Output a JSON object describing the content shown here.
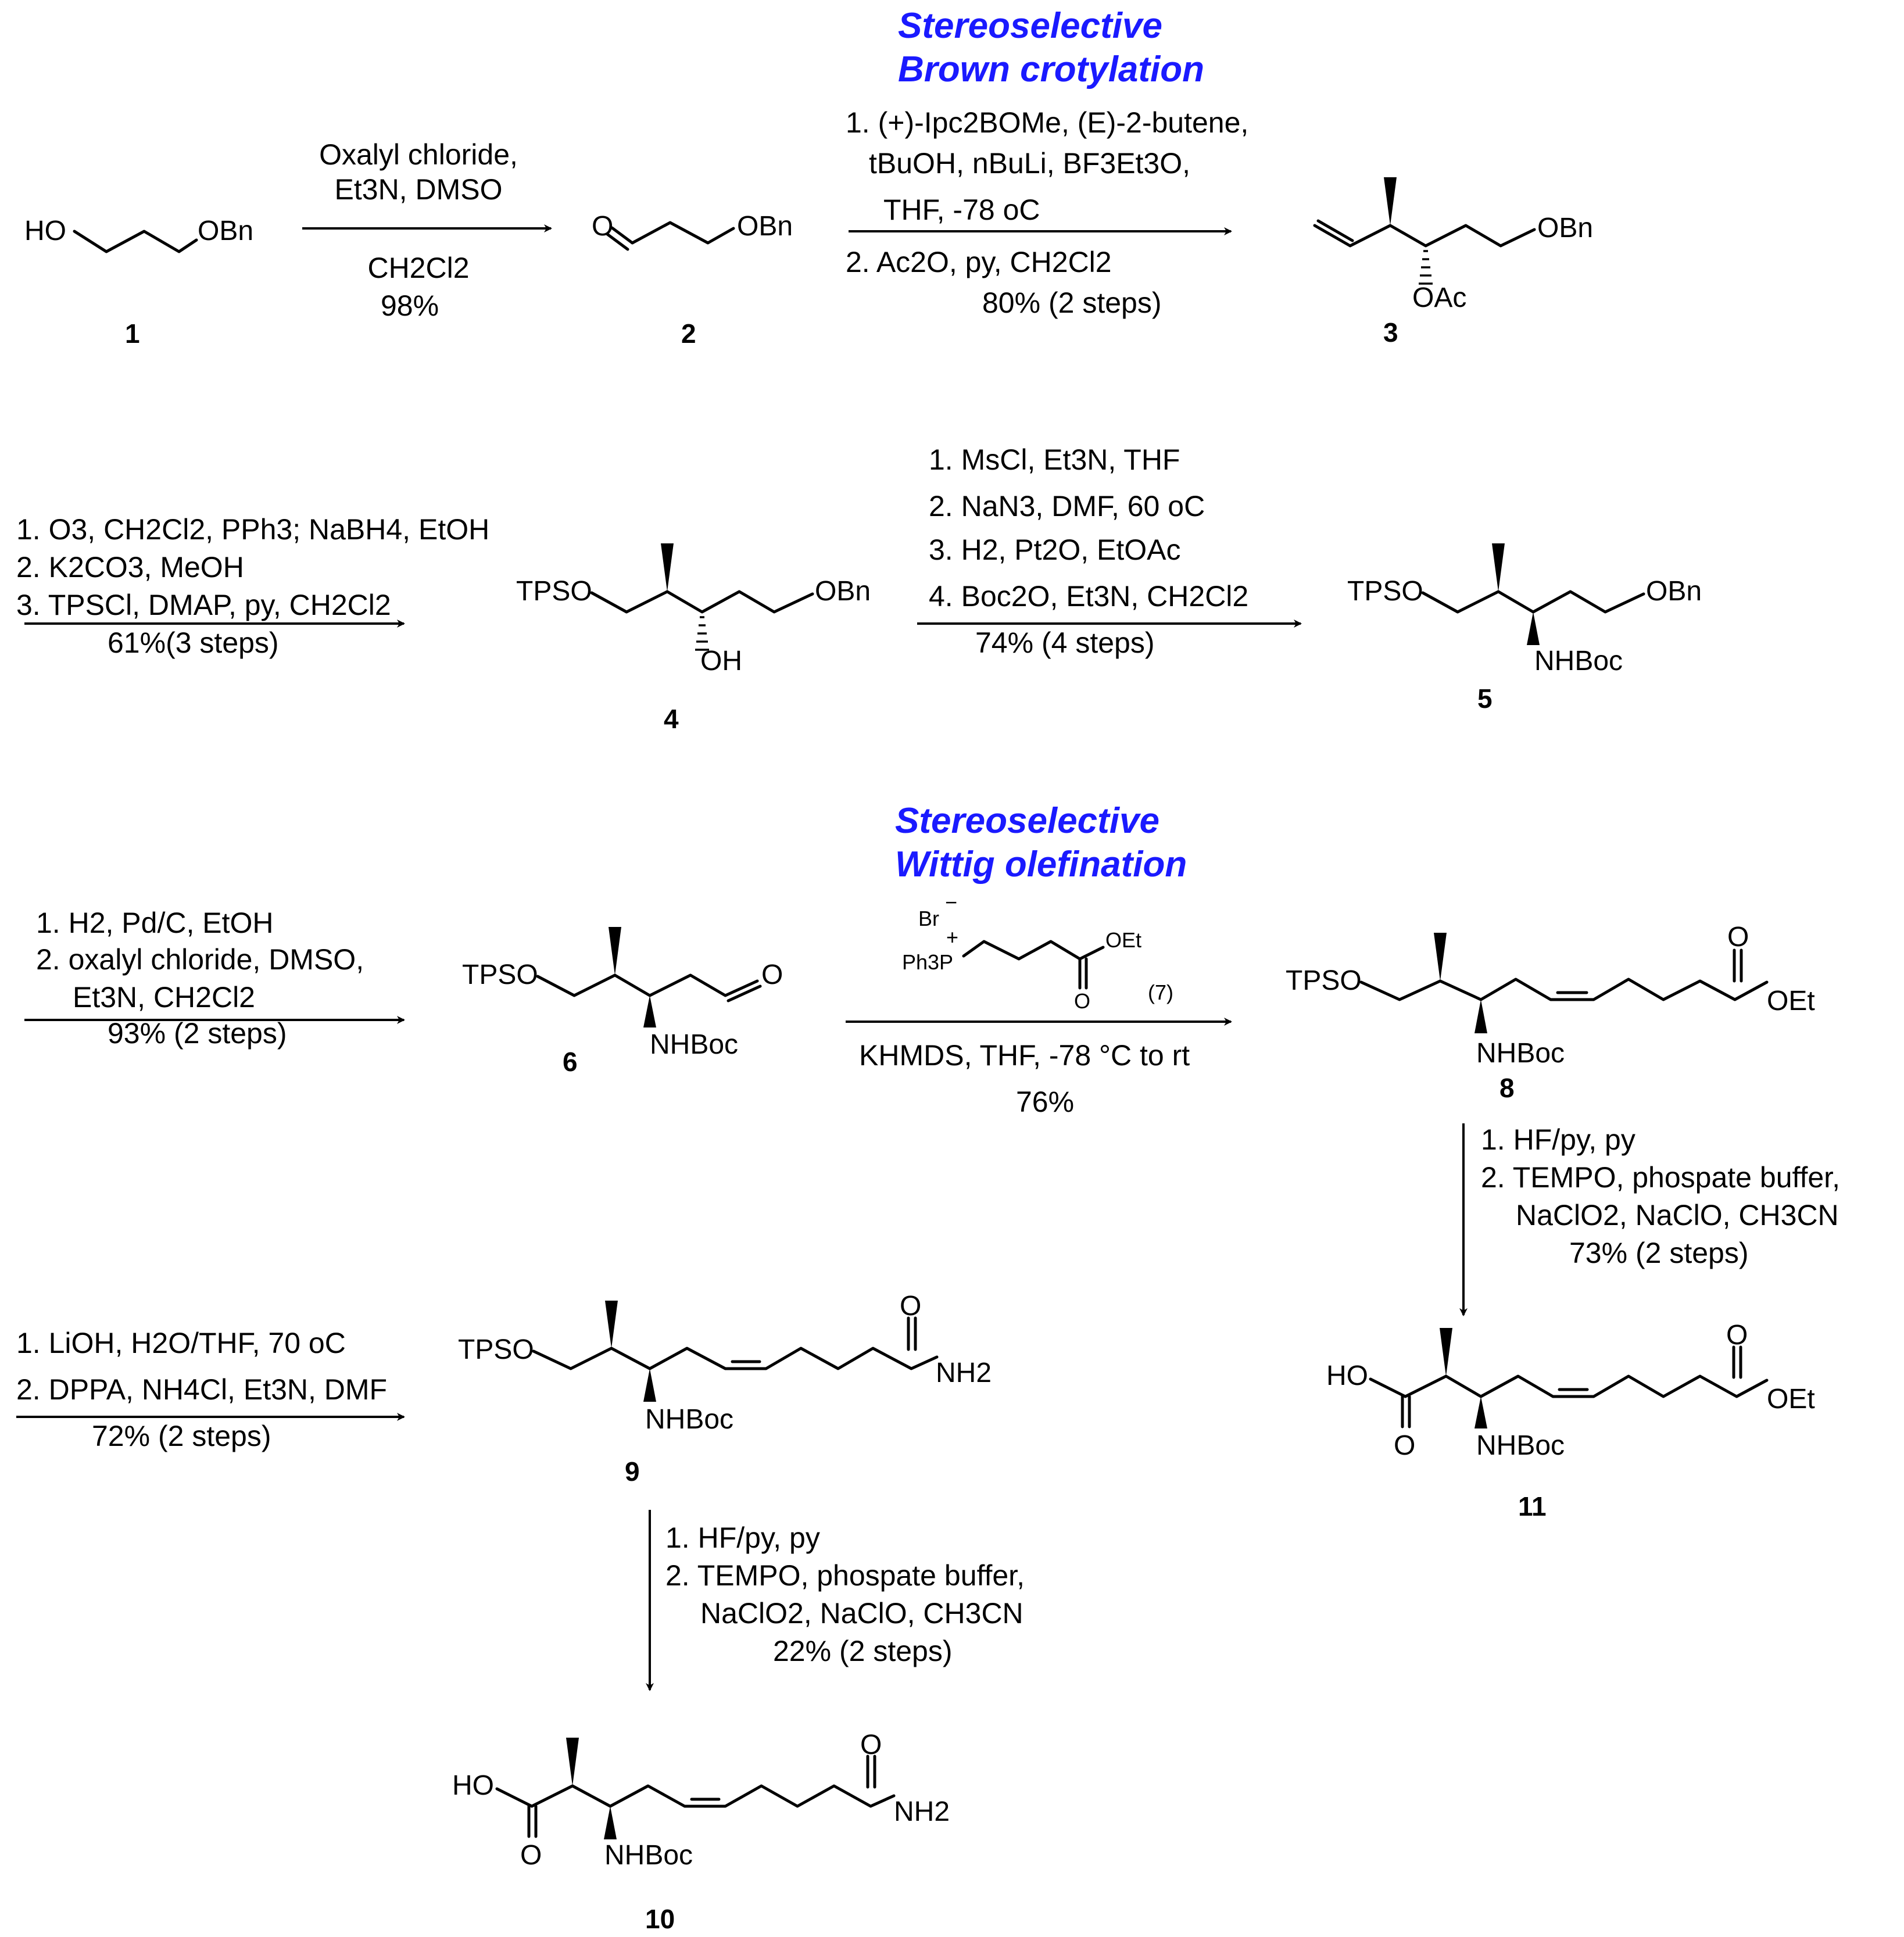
{
  "highlights": {
    "brown_line1": "Stereoselective",
    "brown_line2": "Brown crotylation",
    "wittig_line1": "Stereoselective",
    "wittig_line2": "Wittig olefination"
  },
  "compounds": {
    "c1": {
      "number": "1",
      "ho": "HO",
      "obn": "OBn"
    },
    "c2": {
      "number": "2",
      "o": "O",
      "obn": "OBn"
    },
    "c3": {
      "number": "3",
      "oac": "OAc",
      "obn": "OBn"
    },
    "c4": {
      "number": "4",
      "tpso": "TPSO",
      "oh": "OH",
      "obn": "OBn"
    },
    "c5": {
      "number": "5",
      "tpso": "TPSO",
      "nhboc": "NHBoc",
      "obn": "OBn"
    },
    "c6": {
      "number": "6",
      "tpso": "TPSO",
      "nhboc": "NHBoc",
      "o": "O"
    },
    "c7": {
      "br": "Br",
      "br_charge": "−",
      "ph3p": "Ph3P",
      "p_charge": "+",
      "oet": "OEt",
      "o": "O",
      "label": "(7)"
    },
    "c8": {
      "number": "8",
      "tpso": "TPSO",
      "nhboc": "NHBoc",
      "o": "O",
      "oet": "OEt"
    },
    "c9": {
      "number": "9",
      "tpso": "TPSO",
      "nhboc": "NHBoc",
      "o": "O",
      "nh2": "NH2"
    },
    "c10": {
      "number": "10",
      "ho": "HO",
      "o_acid": "O",
      "nhboc": "NHBoc",
      "o": "O",
      "nh2": "NH2"
    },
    "c11": {
      "number": "11",
      "ho": "HO",
      "o_acid": "O",
      "nhboc": "NHBoc",
      "o": "O",
      "oet": "OEt"
    }
  },
  "conditions": {
    "r1": [
      "Oxalyl chloride,",
      "Et3N, DMSO",
      "CH2Cl2",
      "98%"
    ],
    "r2": [
      "1. (+)-Ipc2BOMe, (E)-2-butene,",
      "tBuOH, nBuLi, BF3Et3O,",
      "THF, -78 oC",
      "2. Ac2O, py, CH2Cl2",
      "80% (2 steps)"
    ],
    "r3": [
      "1. O3, CH2Cl2, PPh3; NaBH4, EtOH",
      "2. K2CO3, MeOH",
      "3. TPSCl, DMAP, py, CH2Cl2",
      "61%(3 steps)"
    ],
    "r4": [
      "1. MsCl, Et3N, THF",
      "2. NaN3, DMF, 60 oC",
      "3. H2, Pt2O, EtOAc",
      "4. Boc2O, Et3N, CH2Cl2",
      "74% (4 steps)"
    ],
    "r5": [
      "1. H2, Pd/C, EtOH",
      "2. oxalyl chloride, DMSO,",
      "Et3N, CH2Cl2",
      "93% (2 steps)"
    ],
    "r6": [
      "KHMDS, THF, -78 °C to rt",
      "76%"
    ],
    "r7": [
      "1. HF/py, py",
      "2. TEMPO, phospate buffer,",
      "NaClO2, NaClO, CH3CN",
      "73% (2 steps)"
    ],
    "r8": [
      "1. LiOH, H2O/THF, 70 oC",
      "2. DPPA, NH4Cl, Et3N, DMF",
      "72% (2 steps)"
    ],
    "r9": [
      "1. HF/py, py",
      "2. TEMPO, phospate buffer,",
      "NaClO2, NaClO, CH3CN",
      "22% (2 steps)"
    ]
  }
}
